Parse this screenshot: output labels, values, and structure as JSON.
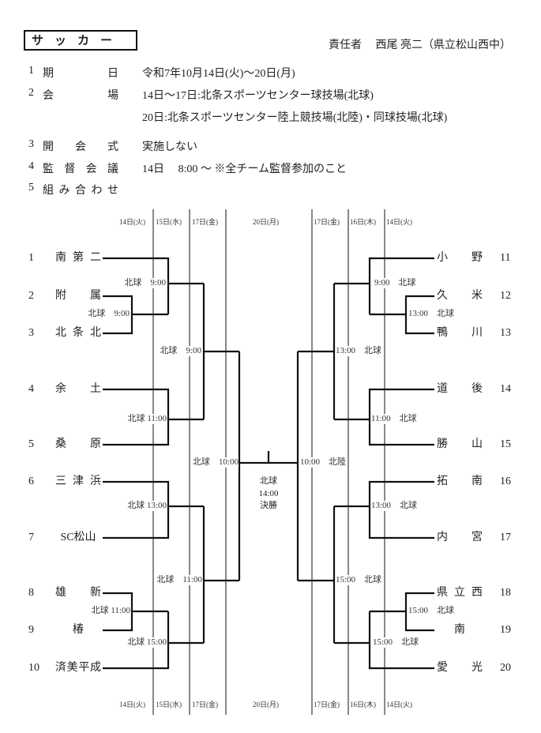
{
  "header": {
    "title": "サッカー",
    "responsible": "責任者　 西尾 亮二（県立松山西中）"
  },
  "info": [
    {
      "num": "1",
      "label": "期日",
      "value": "令和7年10月14日(火)〜20日(月)"
    },
    {
      "num": "2",
      "label": "会場",
      "value": "14日〜17日:北条スポーツセンター球技場(北球)",
      "value2": "20日:北条スポーツセンター陸上競技場(北陸)・同球技場(北球)"
    },
    {
      "num": "3",
      "label": "開会式",
      "value": "実施しない"
    },
    {
      "num": "4",
      "label": "監督会議",
      "value": "14日　 8:00 〜 ※全チーム監督参加のこと"
    },
    {
      "num": "5",
      "label": "組み合わせ"
    }
  ],
  "dates": {
    "left": [
      "14日(火)",
      "15日(水)",
      "17日(金)"
    ],
    "final": "20日(月)",
    "right": [
      "17日(金)",
      "16日(木)",
      "14日(火)"
    ]
  },
  "teams_left": [
    {
      "num": "1",
      "name": "南第二"
    },
    {
      "num": "2",
      "name": "附属"
    },
    {
      "num": "3",
      "name": "北条北"
    },
    {
      "num": "4",
      "name": "余土"
    },
    {
      "num": "5",
      "name": "桑原"
    },
    {
      "num": "6",
      "name": "三津浜"
    },
    {
      "num": "7",
      "name": "SC松山"
    },
    {
      "num": "8",
      "name": "雄新"
    },
    {
      "num": "9",
      "name": "椿"
    },
    {
      "num": "10",
      "name": "済美平成"
    }
  ],
  "teams_right": [
    {
      "num": "11",
      "name": "小野"
    },
    {
      "num": "12",
      "name": "久米"
    },
    {
      "num": "13",
      "name": "鴨川"
    },
    {
      "num": "14",
      "name": "道後"
    },
    {
      "num": "15",
      "name": "勝山"
    },
    {
      "num": "16",
      "name": "拓南"
    },
    {
      "num": "17",
      "name": "内宮"
    },
    {
      "num": "18",
      "name": "県立西"
    },
    {
      "num": "19",
      "name": "南"
    },
    {
      "num": "20",
      "name": "愛光"
    }
  ],
  "matches_left": [
    "北球　9:00",
    "北球　9:00",
    "北球 11:00",
    "北球　9:00",
    "北球 13:00",
    "北球 11:00",
    "北球 15:00",
    "北球　11:00",
    "北球　10:00"
  ],
  "matches_right": [
    "9:00　北球",
    "13:00　北球",
    "11:00　北球",
    "13:00　北球",
    "13:00　北球",
    "15:00　北球",
    "15:00　北球",
    "15:00　北球",
    "10:00　北陸"
  ],
  "final": {
    "venue": "北球",
    "time": "14:00",
    "label": "決勝"
  }
}
